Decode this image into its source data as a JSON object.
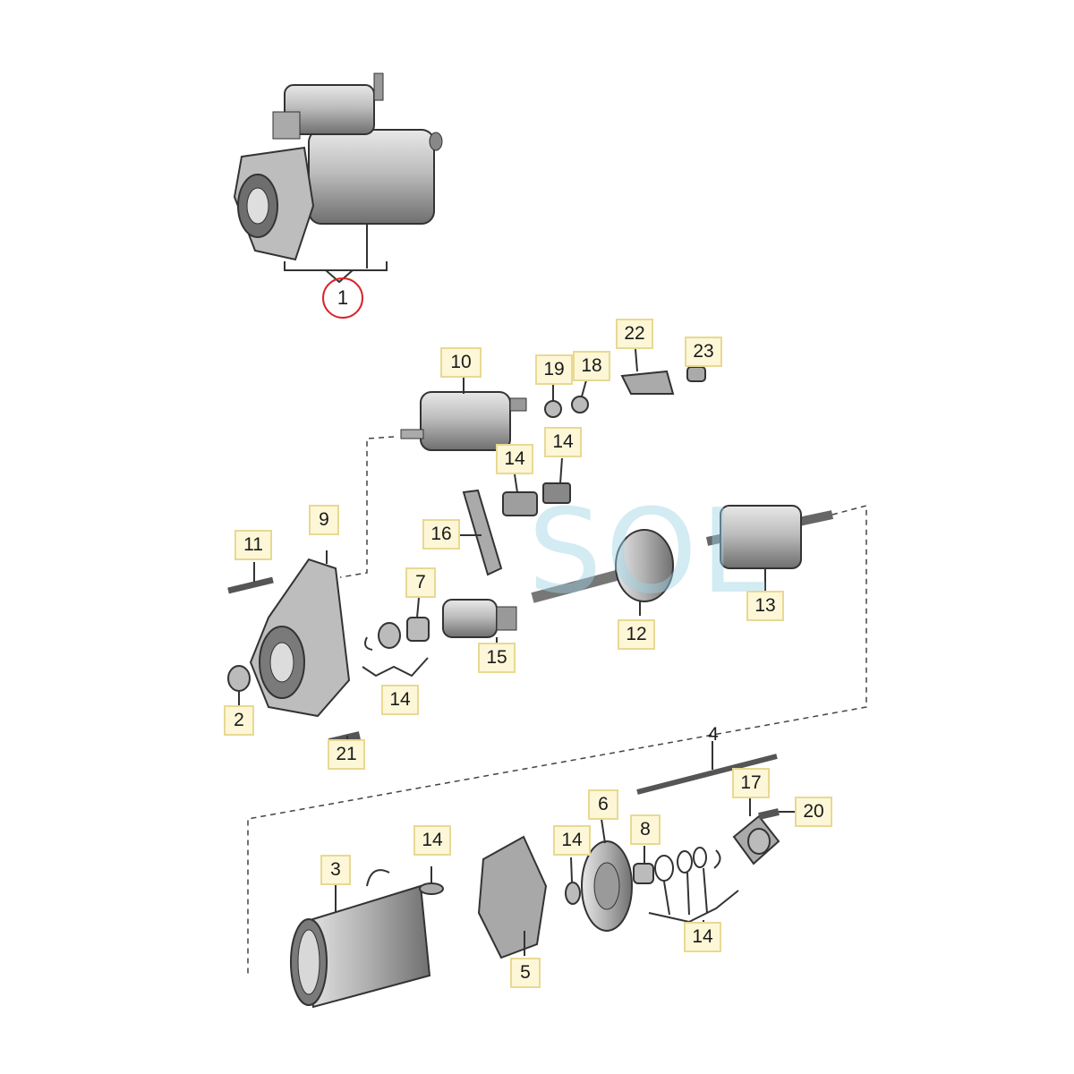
{
  "diagram": {
    "watermark": "SOL",
    "colors": {
      "part_fill": "#c9c9c9",
      "part_dark": "#6e6e6e",
      "line": "#333333",
      "callout_bg": "#fdf7d8",
      "callout_border": "#e8d992",
      "highlight": "#d9232a",
      "watermark": "#9fd3e6"
    },
    "callouts": [
      {
        "label": "1"
      },
      {
        "label": "10"
      },
      {
        "label": "19"
      },
      {
        "label": "18"
      },
      {
        "label": "22"
      },
      {
        "label": "23"
      },
      {
        "label": "14"
      },
      {
        "label": "14"
      },
      {
        "label": "16"
      },
      {
        "label": "9"
      },
      {
        "label": "11"
      },
      {
        "label": "7"
      },
      {
        "label": "13"
      },
      {
        "label": "12"
      },
      {
        "label": "15"
      },
      {
        "label": "14"
      },
      {
        "label": "2"
      },
      {
        "label": "21"
      },
      {
        "label": "4"
      },
      {
        "label": "17"
      },
      {
        "label": "20"
      },
      {
        "label": "6"
      },
      {
        "label": "8"
      },
      {
        "label": "14"
      },
      {
        "label": "14"
      },
      {
        "label": "3"
      },
      {
        "label": "5"
      },
      {
        "label": "14"
      }
    ]
  }
}
